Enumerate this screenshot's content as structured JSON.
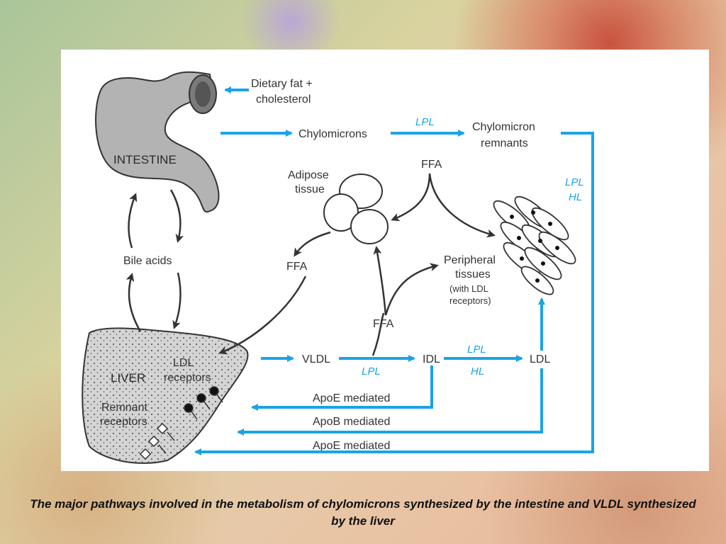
{
  "colors": {
    "arrow_blue": "#1aa3e6",
    "arrow_black": "#333333",
    "organ_gray": "#b3b3b3",
    "enzyme_blue": "#1aa3e6"
  },
  "diagram": {
    "dietary": "Dietary fat +\ncholesterol",
    "intestine": "INTESTINE",
    "chylomicrons": "Chylomicrons",
    "chylomicron_remnants": "Chylomicron\nremnants",
    "lpl": "LPL",
    "hl": "HL",
    "ffa": "FFA",
    "adipose": "Adipose\ntissue",
    "peripheral": "Peripheral\ntissues",
    "peripheral_note": "(with LDL\nreceptors)",
    "bile_acids": "Bile acids",
    "liver": "LIVER",
    "ldl_receptors": "LDL\nreceptors",
    "remnant_receptors": "Remnant\nreceptors",
    "vldl": "VLDL",
    "idl": "IDL",
    "ldl": "LDL",
    "apoe_mediated": "ApoE mediated",
    "apob_mediated": "ApoB mediated"
  },
  "caption": "The major pathways involved in the metabolism of chylomicrons synthesized by the intestine and VLDL synthesized by the liver"
}
